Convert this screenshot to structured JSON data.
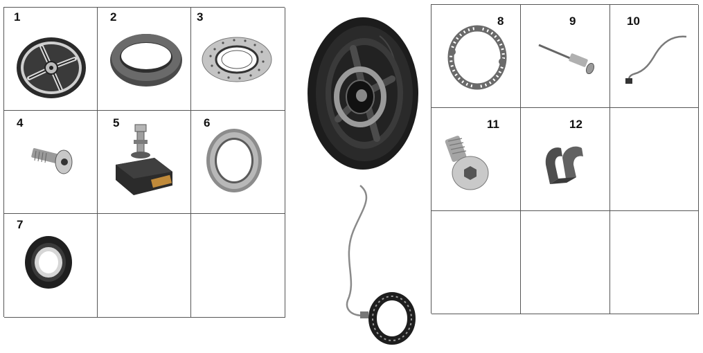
{
  "left_grid": {
    "cells": [
      {
        "label": "1",
        "icon": "wheel-rim-icon"
      },
      {
        "label": "2",
        "icon": "tire-icon"
      },
      {
        "label": "3",
        "icon": "brake-disc-icon"
      },
      {
        "label": "4",
        "icon": "bolt-icon"
      },
      {
        "label": "5",
        "icon": "tpms-valve-sensor-icon"
      },
      {
        "label": "6",
        "icon": "seal-ring-icon"
      },
      {
        "label": "7",
        "icon": "bearing-icon"
      },
      {
        "label": "",
        "icon": ""
      },
      {
        "label": "",
        "icon": ""
      }
    ]
  },
  "right_grid": {
    "cells": [
      {
        "label": "8",
        "icon": "abs-tone-ring-icon"
      },
      {
        "label": "9",
        "icon": "rivet-icon"
      },
      {
        "label": "10",
        "icon": "sensor-cable-icon"
      },
      {
        "label": "11",
        "icon": "socket-head-screw-icon"
      },
      {
        "label": "12",
        "icon": "cable-clip-icon"
      },
      {
        "label": "",
        "icon": ""
      },
      {
        "label": "",
        "icon": ""
      },
      {
        "label": "",
        "icon": ""
      },
      {
        "label": "",
        "icon": ""
      }
    ]
  },
  "center": {
    "assembled_wheel_icon": "assembled-wheel-icon",
    "abs_sensor_assembly_icon": "abs-sensor-assembly-icon"
  },
  "colors": {
    "grid_line": "#555555",
    "tire": "#1e1e1e",
    "metal": "#a8a8a8",
    "dark_metal": "#3a3a3a"
  }
}
